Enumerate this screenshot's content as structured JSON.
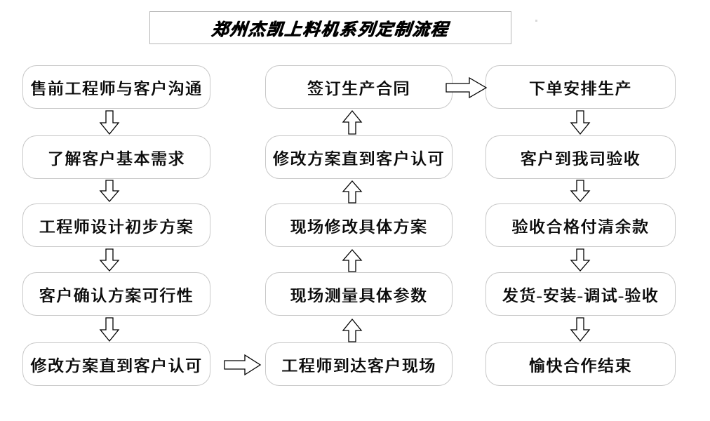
{
  "title": {
    "text": "郑州杰凯上料机系列定制流程"
  },
  "columns": [
    {
      "name": "pre-sales-column",
      "direction": "down",
      "nodes": [
        {
          "id": "node-presales-communication",
          "label": "售前工程师与客户沟通"
        },
        {
          "id": "node-understand-requirements",
          "label": "了解客户基本需求"
        },
        {
          "id": "node-engineer-initial-design",
          "label": "工程师设计初步方案"
        },
        {
          "id": "node-customer-confirm-feasibility",
          "label": "客户确认方案可行性"
        },
        {
          "id": "node-revise-until-approved-1",
          "label": "修改方案直到客户认可"
        }
      ]
    },
    {
      "name": "on-site-column",
      "direction": "up",
      "nodes": [
        {
          "id": "node-sign-production-contract",
          "label": "签订生产合同"
        },
        {
          "id": "node-revise-until-approved-2",
          "label": "修改方案直到客户认可"
        },
        {
          "id": "node-on-site-revise-plan",
          "label": "现场修改具体方案"
        },
        {
          "id": "node-on-site-measure-params",
          "label": "现场测量具体参数"
        },
        {
          "id": "node-engineer-arrive-site",
          "label": "工程师到达客户现场"
        }
      ]
    },
    {
      "name": "production-column",
      "direction": "down",
      "nodes": [
        {
          "id": "node-place-order-production",
          "label": "下单安排生产"
        },
        {
          "id": "node-customer-inspect-at-company",
          "label": "客户到我司验收"
        },
        {
          "id": "node-pay-balance-after-acceptance",
          "label": "验收合格付清余款"
        },
        {
          "id": "node-ship-install-debug-accept",
          "label": "发货-安装-调试-验收"
        },
        {
          "id": "node-happy-cooperation-end",
          "label": "愉快合作结束"
        }
      ]
    }
  ],
  "connectors": [
    {
      "id": "arrow-col1-r1-r2",
      "direction": "down"
    },
    {
      "id": "arrow-col1-r2-r3",
      "direction": "down"
    },
    {
      "id": "arrow-col1-r3-r4",
      "direction": "down"
    },
    {
      "id": "arrow-col1-r4-r5",
      "direction": "down"
    },
    {
      "id": "arrow-col1-to-col2",
      "direction": "right"
    },
    {
      "id": "arrow-col2-r5-r4",
      "direction": "up"
    },
    {
      "id": "arrow-col2-r4-r3",
      "direction": "up"
    },
    {
      "id": "arrow-col2-r3-r2",
      "direction": "up"
    },
    {
      "id": "arrow-col2-r2-r1",
      "direction": "up"
    },
    {
      "id": "arrow-col2-to-col3",
      "direction": "right"
    },
    {
      "id": "arrow-col3-r1-r2",
      "direction": "down"
    },
    {
      "id": "arrow-col3-r2-r3",
      "direction": "down"
    },
    {
      "id": "arrow-col3-r3-r4",
      "direction": "down"
    },
    {
      "id": "arrow-col3-r4-r5",
      "direction": "down"
    }
  ],
  "colors": {
    "node_border": "#c8c8c8",
    "title_border": "#b6b6b6",
    "text": "#0d0d0d",
    "arrow_stroke": "#000000",
    "arrow_fill": "#ffffff",
    "background": "#ffffff"
  }
}
